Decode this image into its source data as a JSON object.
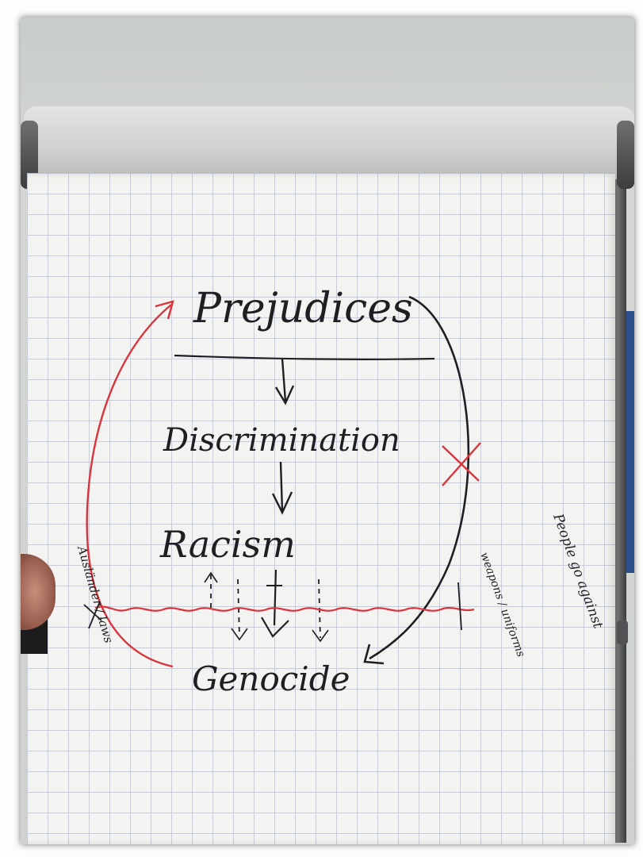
{
  "flipchart": {
    "words": {
      "prejudices": "Prejudices",
      "discrimination": "Discrimination",
      "racism": "Racism",
      "genocide": "Genocide"
    },
    "side_notes": {
      "left": "Ausländer / laws",
      "right_1": "People go against",
      "right_2": "weapons / uniforms"
    }
  },
  "colors": {
    "ink": "#1f1f23",
    "red_marker": "#d9343e",
    "paper": "#f3f4f1",
    "grid": "#c8ccd4"
  }
}
